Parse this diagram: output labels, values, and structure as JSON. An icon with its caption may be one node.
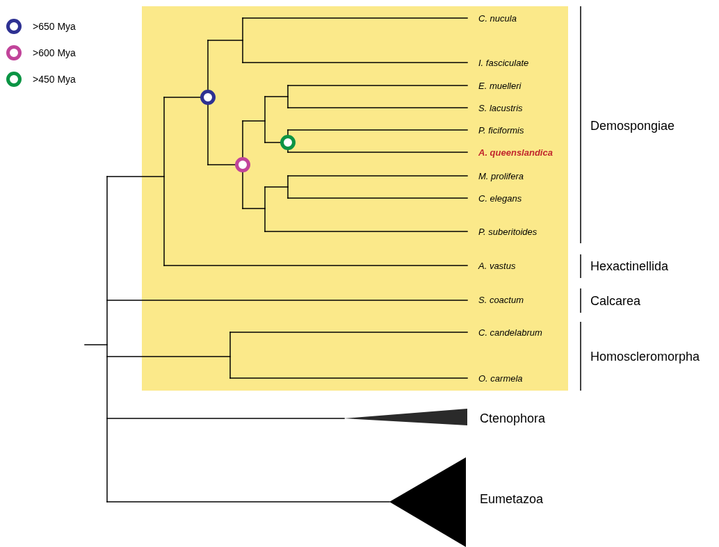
{
  "diagram": {
    "labels": [
      "C. nucula",
      "I. fasciculate",
      "E. muelleri",
      "S. lacustris",
      "P. ficiformis",
      "A. queenslandica",
      "M. prolifera",
      "C. elegans",
      "P. suberitoides",
      "A. vastus",
      "S. coactum",
      "C. candelabrum",
      "O. carmela",
      "Demospongiae",
      "Hexactinellida",
      "Calcarea",
      "Homoscleromorpha",
      "Ctenophora",
      "Eumetazoa"
    ],
    "legend": [
      {
        "text": ">650 Mya",
        "color": "#2e3192"
      },
      {
        "text": ">600 Mya",
        "color": "#c1449a"
      },
      {
        "text": ">450 Mya",
        "color": "#0b9444"
      }
    ]
  }
}
